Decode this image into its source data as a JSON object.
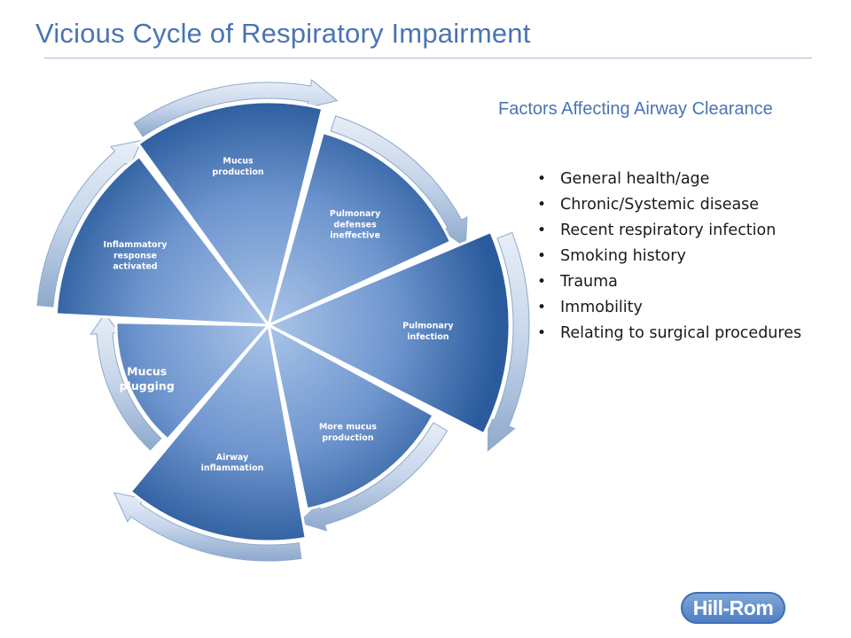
{
  "title": "Vicious Cycle of Respiratory Impairment",
  "factors": {
    "heading": "Factors Affecting Airway Clearance",
    "items": [
      "General health/age",
      "Chronic/Systemic disease",
      "Recent respiratory infection",
      "Smoking history",
      "Trauma",
      "Immobility",
      "Relating to surgical procedures"
    ]
  },
  "cycle": {
    "segments": [
      {
        "lines": [
          "Inflammatory",
          "response",
          "activated"
        ]
      },
      {
        "lines": [
          "Mucus",
          "production"
        ]
      },
      {
        "lines": [
          "Pulmonary",
          "defenses",
          "ineffective"
        ]
      },
      {
        "lines": [
          "Pulmonary",
          "infection"
        ]
      },
      {
        "lines": [
          "More mucus",
          "production"
        ]
      },
      {
        "lines": [
          "Airway",
          "inflammation"
        ]
      },
      {
        "lines": [
          "Mucus",
          "plugging"
        ]
      }
    ],
    "colors": {
      "segment_dark": "#2a5b9c",
      "segment_light": "#9dbbe3",
      "arrow_light": "#dde7f4",
      "arrow_dark": "#8ea9cc"
    }
  },
  "logo": {
    "text": "Hill-Rom"
  }
}
